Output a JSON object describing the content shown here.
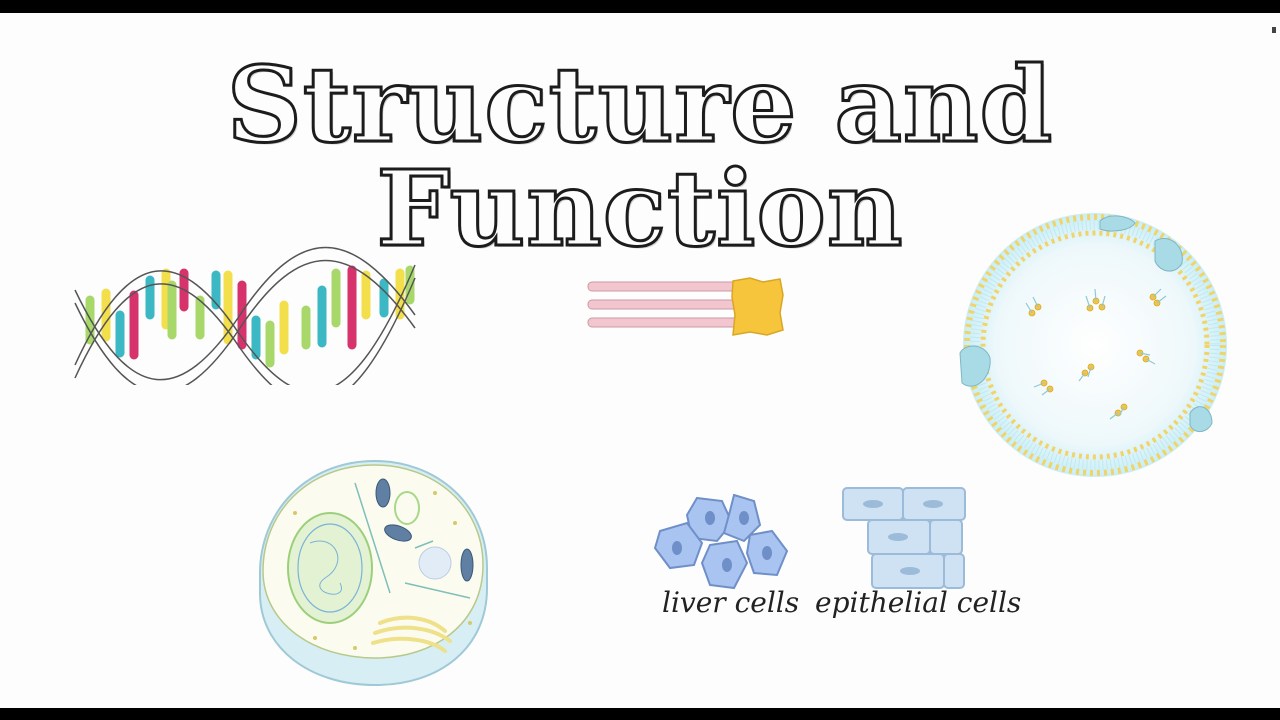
{
  "title": "Structure and Function",
  "labels": {
    "liver": "liver cells",
    "epithelial": "epithelial cells"
  },
  "colors": {
    "background": "#fdfdfd",
    "title_outline": "#1c1c1c",
    "dna_magenta": "#d6336c",
    "dna_yellow": "#f2df4b",
    "dna_teal": "#3bb8c4",
    "dna_green": "#a9d86a",
    "lipid_tail": "#f3c6cf",
    "lipid_head": "#f7c53c",
    "cell_blue": "#a9c4f0",
    "epithelial_blue": "#cfe2f3",
    "vesicle_cyan": "#c9eef6"
  },
  "icons": {
    "dna": "dna-double-helix-icon",
    "phospholipid": "phospholipid-icon",
    "vesicle": "vesicle-icon",
    "animal_cell": "animal-cell-icon",
    "liver_cells": "liver-cells-icon",
    "epithelial_cells": "epithelial-cells-icon"
  }
}
